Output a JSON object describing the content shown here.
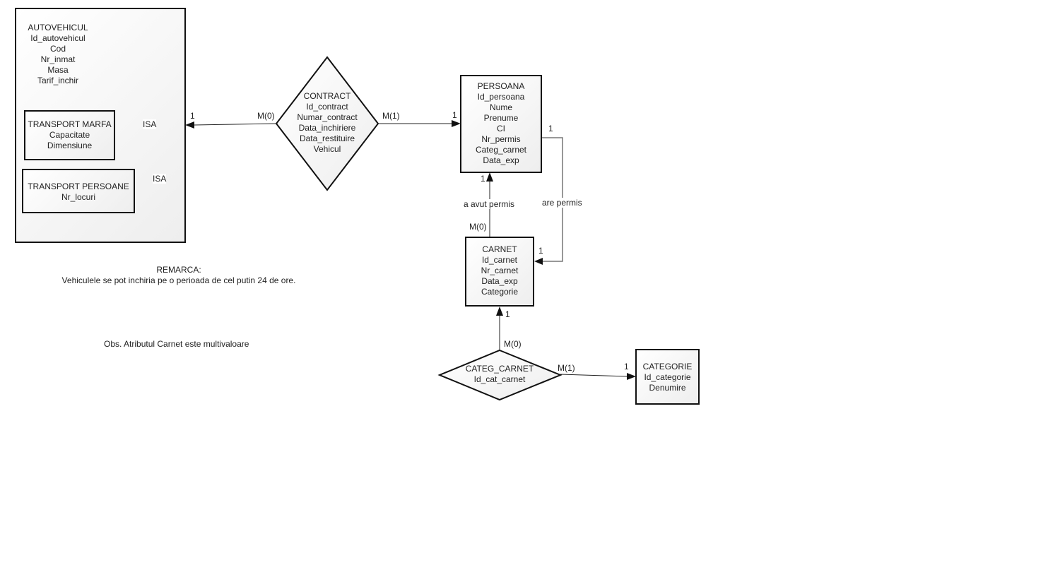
{
  "entities": {
    "autovehicul": {
      "attrs": [
        "AUTOVEHICUL",
        "Id_autovehicul",
        "Cod",
        "Nr_inmat",
        "Masa",
        "Tarif_inchir"
      ]
    },
    "transport_marfa": {
      "attrs": [
        "TRANSPORT MARFA",
        "Capacitate",
        "Dimensiune"
      ]
    },
    "transport_persoane": {
      "attrs": [
        "TRANSPORT PERSOANE",
        "Nr_locuri"
      ]
    },
    "persoana": {
      "attrs": [
        "PERSOANA",
        "Id_persoana",
        "Nume",
        "Prenume",
        "CI",
        "Nr_permis",
        "Categ_carnet",
        "Data_exp"
      ]
    },
    "carnet": {
      "attrs": [
        "CARNET",
        "Id_carnet",
        "Nr_carnet",
        "Data_exp",
        "Categorie"
      ]
    },
    "categorie": {
      "attrs": [
        "CATEGORIE",
        "Id_categorie",
        "Denumire"
      ]
    }
  },
  "relationships": {
    "contract": {
      "attrs": [
        "CONTRACT",
        "Id_contract",
        "Numar_contract",
        "Data_inchiriere",
        "Data_restituire",
        "Vehicul"
      ]
    },
    "categ_carnet": {
      "attrs": [
        "CATEG_CARNET",
        "Id_cat_carnet"
      ]
    }
  },
  "labels": {
    "isa": "ISA",
    "contract_autovehicul_card": "1",
    "contract_autovehicul_m": "M(0)",
    "contract_persoana_m": "M(1)",
    "contract_persoana_card": "1",
    "are_permis": "are permis",
    "are_permis_persoana_card": "1",
    "are_permis_carnet_card": "1",
    "a_avut_permis": "a avut permis",
    "a_avut_persoana_card": "1",
    "a_avut_carnet_m": "M(0)",
    "categ_carnet_carnet_card": "1",
    "categ_carnet_carnet_m": "M(0)",
    "categ_carnet_categorie_m": "M(1)",
    "categ_carnet_categorie_card": "1"
  },
  "notes": {
    "remarca_title": "REMARCA:",
    "remarca_text": "Vehiculele se pot inchiria pe o perioada de cel putin 24 de ore.",
    "obs": "Obs. Atributul Carnet este multivaloare"
  }
}
